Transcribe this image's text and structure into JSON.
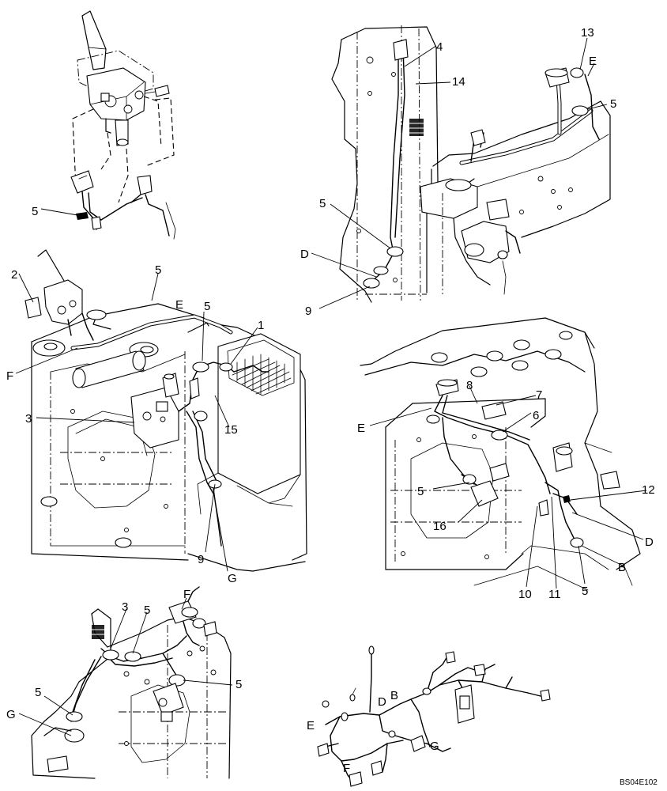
{
  "drawing_ref": "BS04E102",
  "callouts": {
    "v1_5": "5",
    "v2_13": "13",
    "v2_E": "E",
    "v2_4": "4",
    "v2_14": "14",
    "v2_5a": "5",
    "v2_5b": "5",
    "v2_D": "D",
    "v2_9": "9",
    "v3_2": "2",
    "v3_5a": "5",
    "v3_E": "E",
    "v3_5b": "5",
    "v3_1": "1",
    "v3_F": "F",
    "v3_3": "3",
    "v3_15": "15",
    "v3_9": "9",
    "v3_G": "G",
    "v4_8": "8",
    "v4_7": "7",
    "v4_6": "6",
    "v4_E": "E",
    "v4_5a": "5",
    "v4_16": "16",
    "v4_12": "12",
    "v4_D": "D",
    "v4_B": "B",
    "v4_10": "10",
    "v4_11": "11",
    "v4_5b": "5",
    "v5_F": "F",
    "v5_3": "3",
    "v5_5a": "5",
    "v5_5b": "5",
    "v5_5c": "5",
    "v5_G": "G",
    "v6_D": "D",
    "v6_B": "B",
    "v6_E": "E",
    "v6_G": "G",
    "v6_F": "F"
  }
}
